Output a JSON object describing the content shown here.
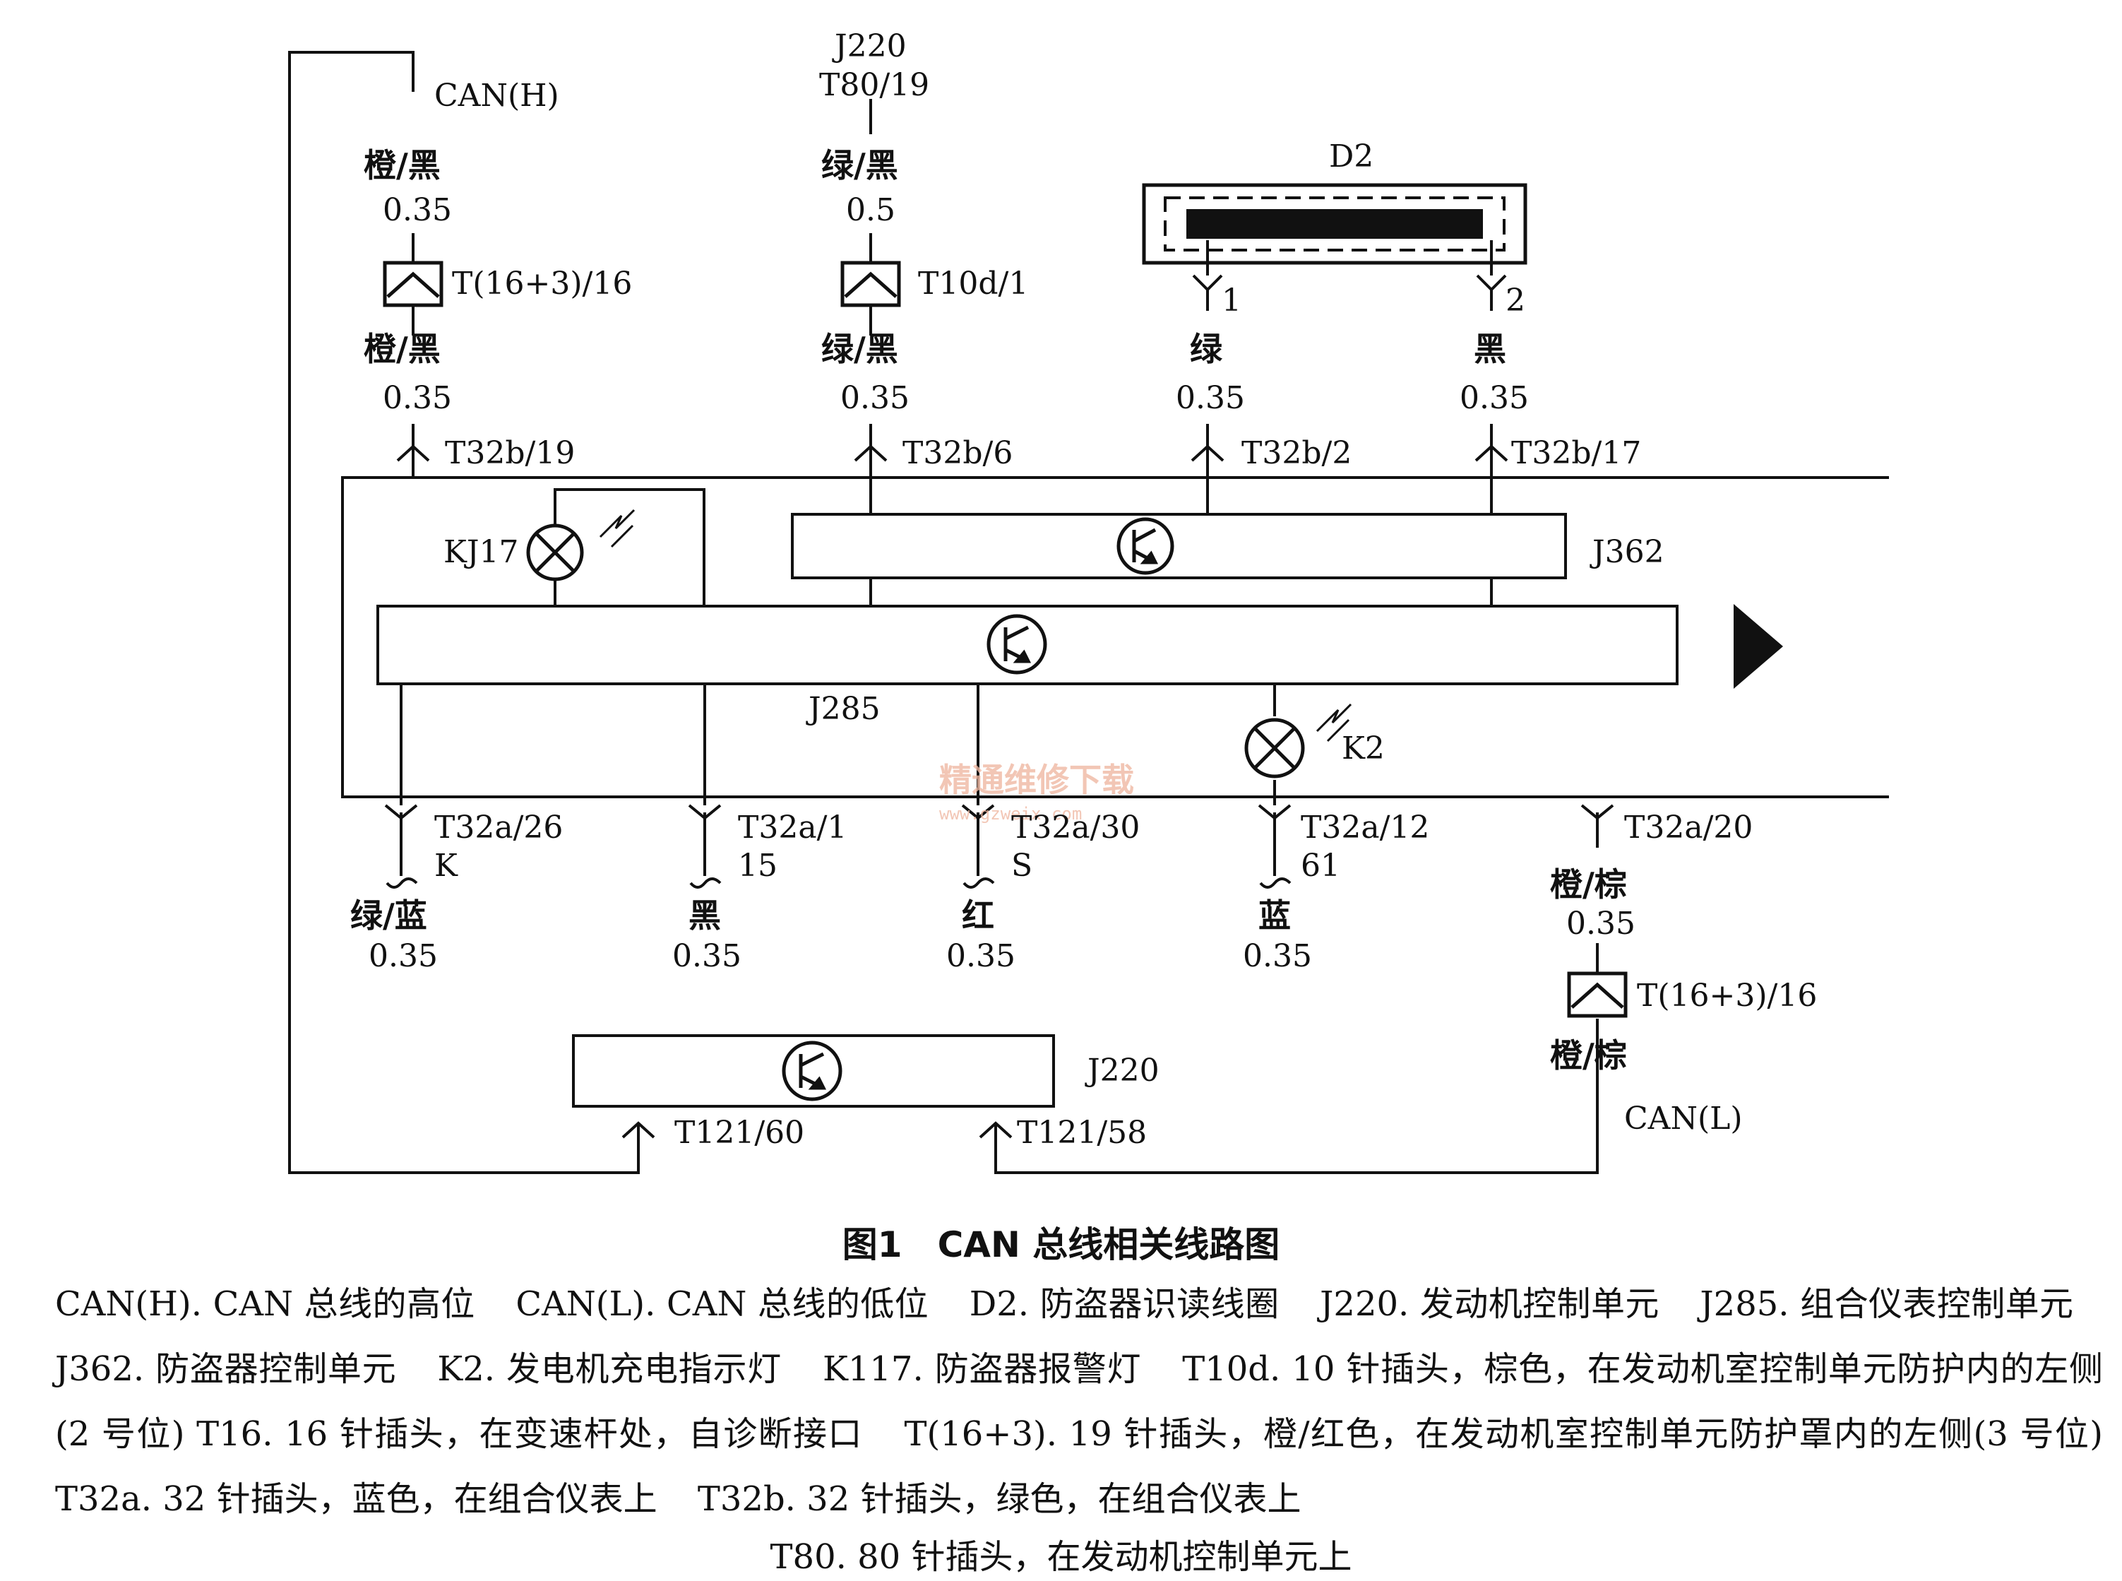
{
  "signals": {
    "can_h": "CAN(H)",
    "can_l": "CAN(L)"
  },
  "top_left": {
    "wire_top": {
      "color": "橙/黑",
      "gauge": "0.35"
    },
    "connector": "T(16+3)/16",
    "wire_bottom": {
      "color": "橙/黑",
      "gauge": "0.35"
    },
    "pin": "T32b/19"
  },
  "top_mid": {
    "source_line1": "J220",
    "source_line2": "T80/19",
    "wire_top": {
      "color": "绿/黑",
      "gauge": "0.5"
    },
    "connector": "T10d/1",
    "wire_bottom": {
      "color": "绿/黑",
      "gauge": "0.35"
    },
    "pin": "T32b/6"
  },
  "d2": {
    "label": "D2",
    "pin1": "1",
    "pin2": "2",
    "wire1": {
      "color": "绿",
      "gauge": "0.35",
      "pin": "T32b/2"
    },
    "wire2": {
      "color": "黑",
      "gauge": "0.35",
      "pin": "T32b/17"
    }
  },
  "components": {
    "kj17": "KJ17",
    "j362": "J362",
    "j285": "J285",
    "k2": "K2",
    "j220": "J220"
  },
  "bottom_pins": [
    {
      "pin": "T32a/26",
      "terminal": "K",
      "color": "绿/蓝",
      "gauge": "0.35"
    },
    {
      "pin": "T32a/1",
      "terminal": "15",
      "color": "黑",
      "gauge": "0.35"
    },
    {
      "pin": "T32a/30",
      "terminal": "S",
      "color": "红",
      "gauge": "0.35"
    },
    {
      "pin": "T32a/12",
      "terminal": "61",
      "color": "蓝",
      "gauge": "0.35"
    }
  ],
  "right_bottom": {
    "pin": "T32a/20",
    "wire_top": {
      "color": "橙/棕",
      "gauge": "0.35"
    },
    "connector": "T(16+3)/16",
    "wire_bottom": {
      "color": "橙/棕"
    }
  },
  "j220_pins": {
    "left": "T121/60",
    "right": "T121/58"
  },
  "watermark": {
    "main": "精通维修下载",
    "url": "www.gzweix.com"
  },
  "figure_title": "图1　CAN 总线相关线路图",
  "legend_items": [
    "CAN(H). CAN 总线的高位",
    "CAN(L). CAN 总线的低位",
    "D2. 防盗器识读线圈",
    "J220. 发动机控制单元",
    "J285. 组合仪表控制单元",
    "J362. 防盗器控制单元",
    "K2. 发电机充电指示灯",
    "K117. 防盗器报警灯",
    "T10d. 10 针插头，棕色，在发动机室控制单元防护内的左侧(2 号位)",
    "T16. 16 针插头，在变速杆处，自诊断接口",
    "T(16+3). 19 针插头，橙/红色，在发动机室控制单元防护罩内的左侧(3 号位)",
    "T32a. 32 针插头，蓝色，在组合仪表上",
    "T32b. 32 针插头，绿色，在组合仪表上"
  ],
  "legend_last": "T80. 80 针插头，在发动机控制单元上",
  "colors": {
    "ink": "#111111",
    "background": "#ffffff",
    "watermark": "#f0b9a3"
  }
}
